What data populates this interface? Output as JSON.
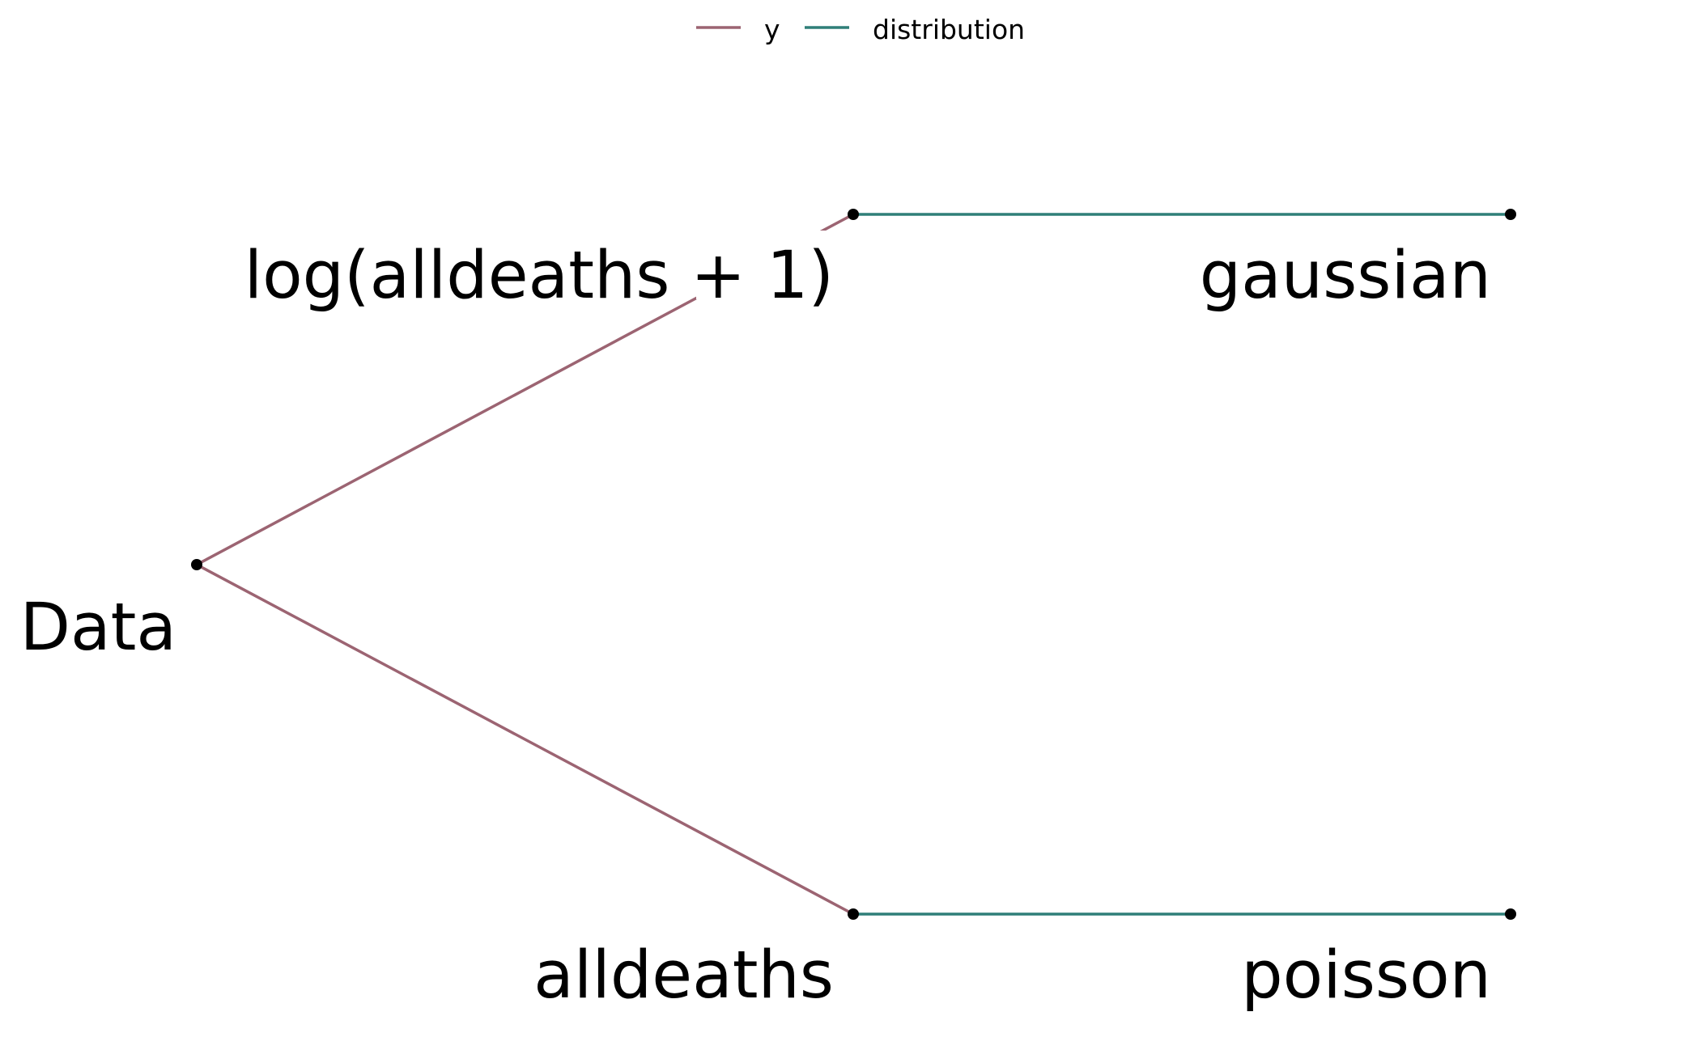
{
  "legend": [
    {
      "label": "y",
      "color": "#9c6472"
    },
    {
      "label": "distribution",
      "color": "#2f7f78"
    }
  ],
  "nodes": {
    "root": {
      "label": "Data"
    },
    "y_log": {
      "label": "log(alldeaths + 1)"
    },
    "y_raw": {
      "label": "alldeaths"
    },
    "dist_gaussian": {
      "label": "gaussian"
    },
    "dist_poisson": {
      "label": "poisson"
    }
  },
  "edges": [
    {
      "from": "root",
      "to": "y_log",
      "type": "y"
    },
    {
      "from": "root",
      "to": "y_raw",
      "type": "y"
    },
    {
      "from": "y_log",
      "to": "dist_gaussian",
      "type": "distribution"
    },
    {
      "from": "y_raw",
      "to": "dist_poisson",
      "type": "distribution"
    }
  ]
}
